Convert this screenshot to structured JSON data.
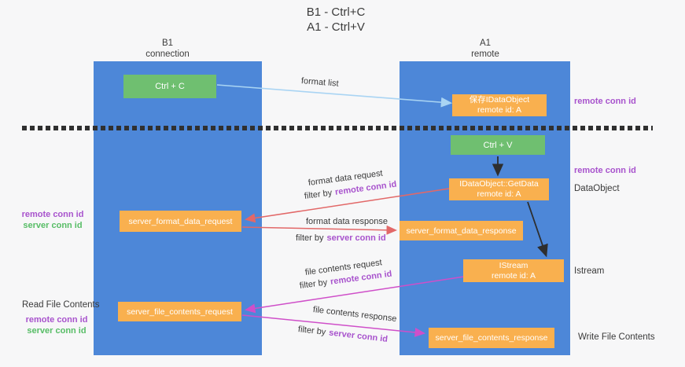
{
  "title": {
    "line1": "B1 - Ctrl+C",
    "line2": "A1 - Ctrl+V"
  },
  "columns": {
    "left": {
      "name": "B1",
      "role": "connection"
    },
    "right": {
      "name": "A1",
      "role": "remote"
    }
  },
  "boxes": {
    "ctrl_c": "Ctrl + C",
    "ctrl_v": "Ctrl + V",
    "save_idataobject": {
      "line1": "保存IDataObject",
      "line2": "remote id: A"
    },
    "idataobject_getdata": {
      "line1": "IDataObject::GetData",
      "line2": "remote id: A"
    },
    "istream_box": {
      "line1": "IStream",
      "line2": "remote id: A"
    },
    "server_format_data_request": "server_format_data_request",
    "server_format_data_response": "server_format_data_response",
    "server_file_contents_request": "server_file_contents_request",
    "server_file_contents_response": "server_file_contents_response"
  },
  "labels": {
    "format_list": "format list",
    "format_data_request": "format data request",
    "format_data_response": "format data response",
    "file_contents_request": "file contents request",
    "file_contents_response": "file contents response",
    "filter_by": "filter by",
    "remote_conn_id": "remote conn id",
    "server_conn_id": "server conn id",
    "dataobject": "DataObject",
    "istream": "Istream",
    "read_file_contents": "Read File Contents",
    "write_file_contents": "Write File Contents"
  },
  "colors": {
    "lifeline_blue": "#4d87d8",
    "box_orange": "#f9b04f",
    "box_green": "#6fbf70",
    "arrow_red": "#e26868",
    "arrow_magenta": "#cf4fc9",
    "arrow_lightblue": "#a9d4f3",
    "arrow_black": "#2e2e2e",
    "text_purple": "#a853cd",
    "text_green": "#57bd66",
    "background": "#f7f7f8"
  }
}
